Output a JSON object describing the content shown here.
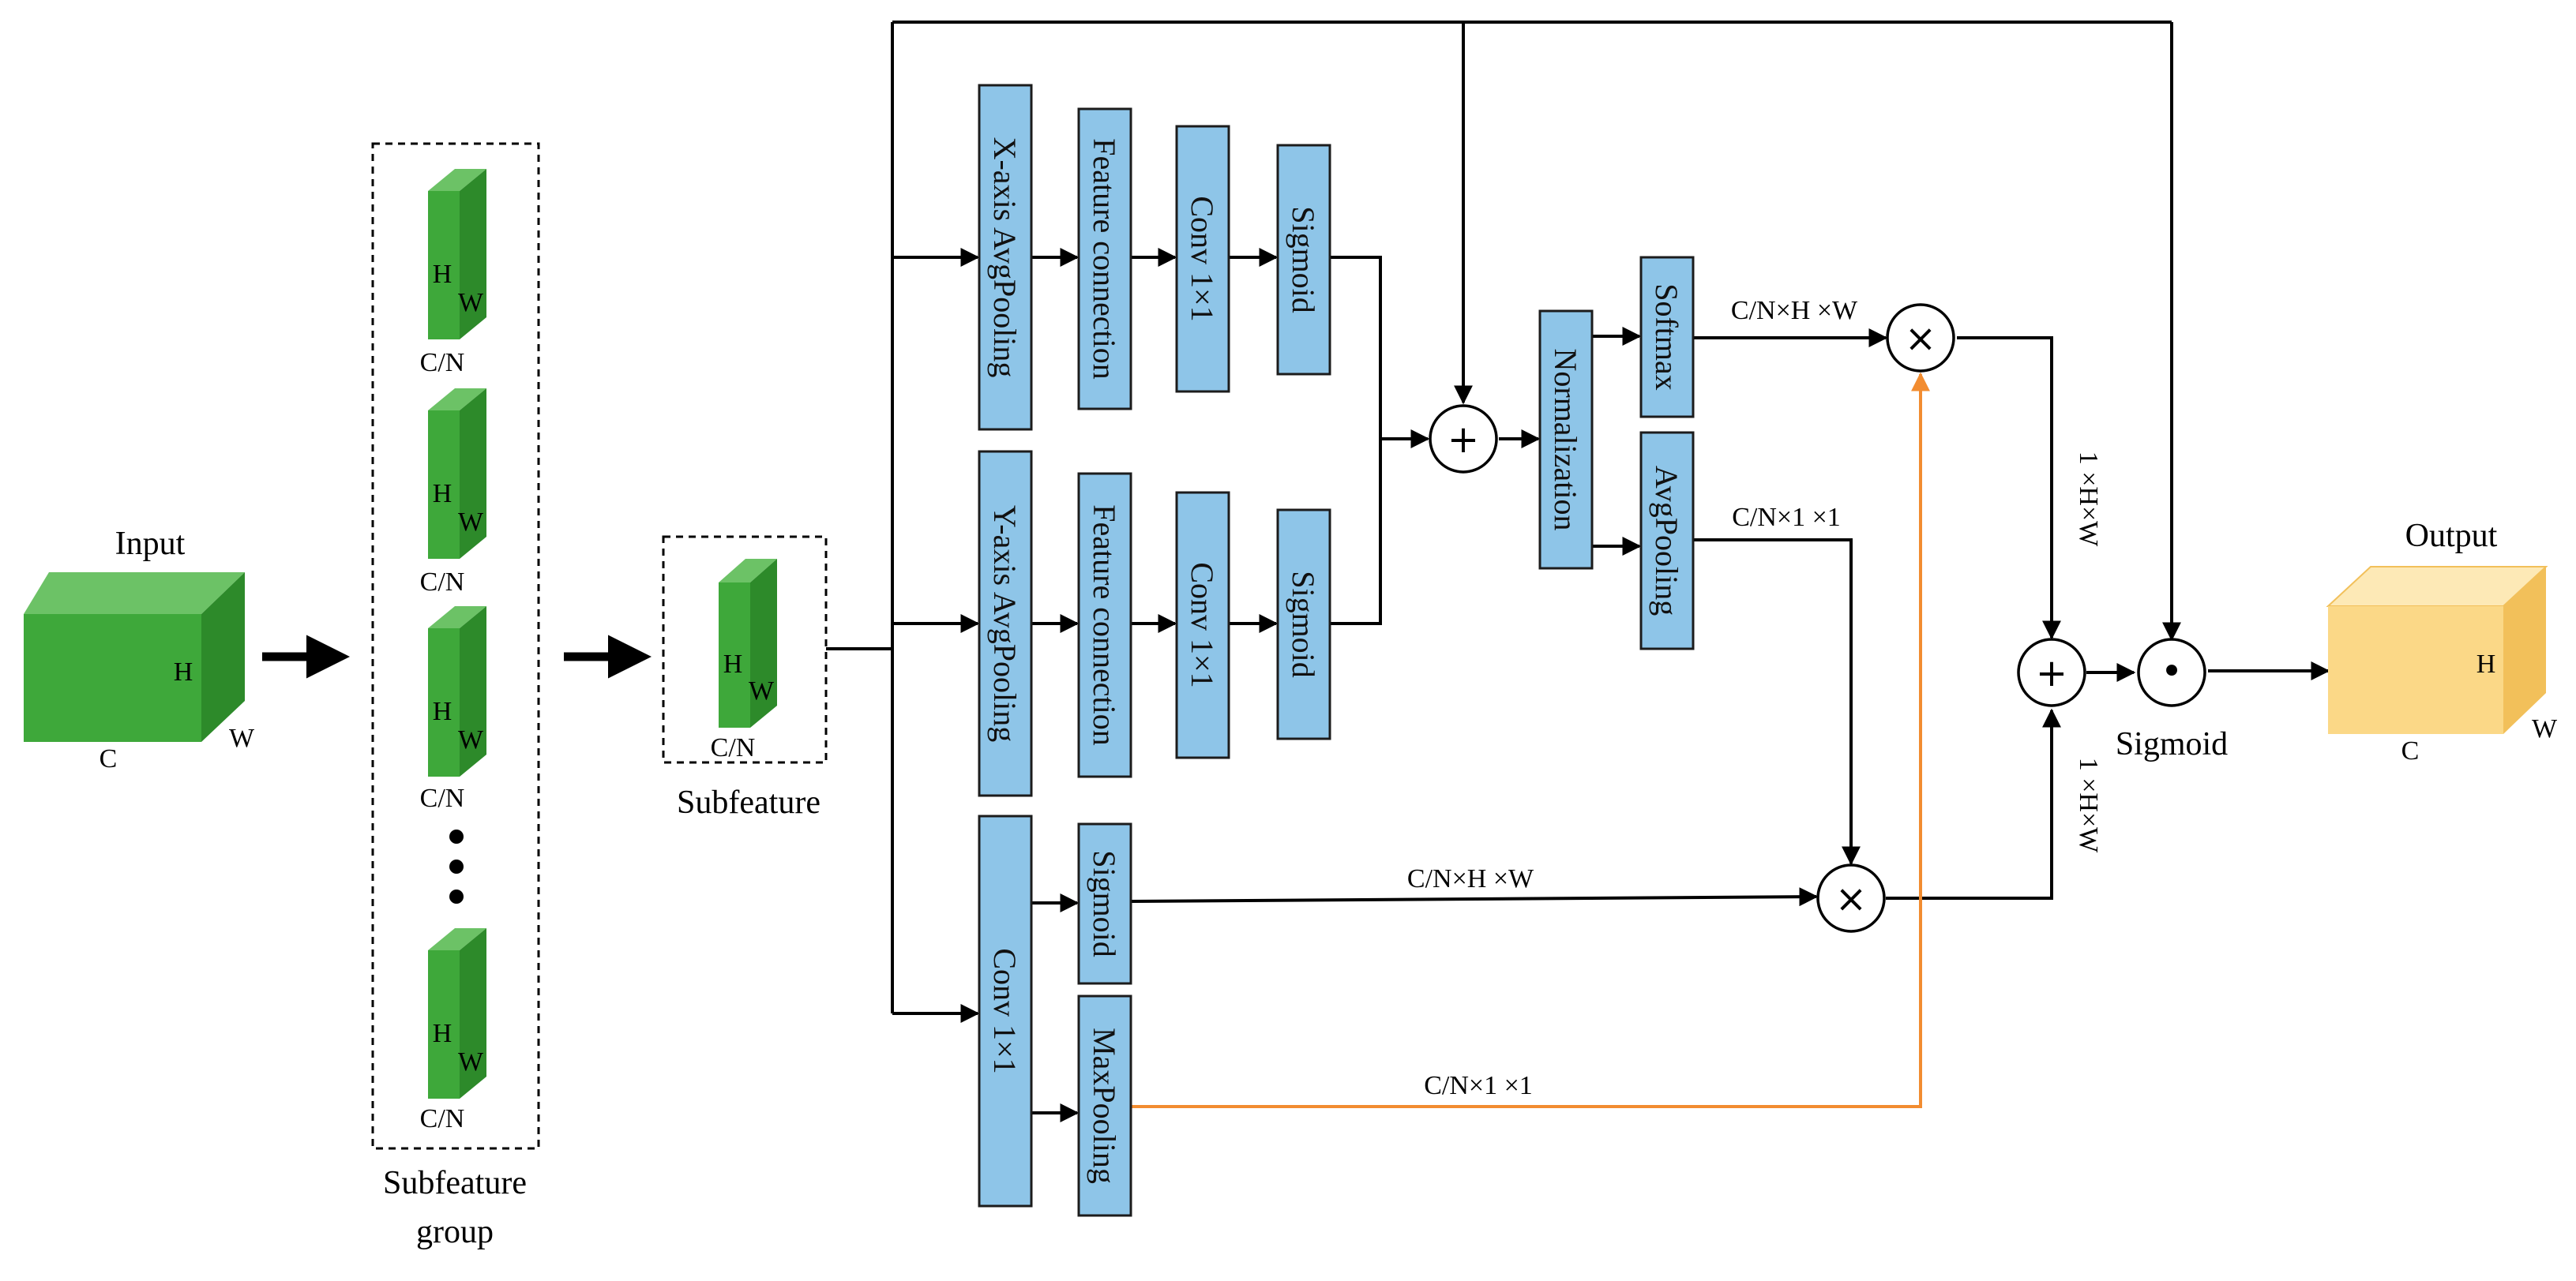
{
  "input": {
    "title": "Input",
    "h": "H",
    "w": "W",
    "c": "C"
  },
  "group": {
    "caption_line1": "Subfeature",
    "caption_line2": "group",
    "slice_h": "H",
    "slice_w": "W",
    "slice_c": "C/N"
  },
  "subfeature": {
    "caption": "Subfeature",
    "h": "H",
    "w": "W",
    "c": "C/N"
  },
  "blocks": {
    "xpool": "X-axis AvgPooling",
    "fc1": "Feature connection",
    "conv1": "Conv 1×1",
    "sig1": "Sigmoid",
    "ypool": "Y-axis AvgPooling",
    "fc2": "Feature connection",
    "conv2": "Conv 1×1",
    "sig2": "Sigmoid",
    "conv3": "Conv 1×1",
    "sig3": "Sigmoid",
    "maxpool": "MaxPooling",
    "norm": "Normalization",
    "softmax": "Softmax",
    "avgpool": "AvgPooling"
  },
  "operators": {
    "plus": "+",
    "times": "×",
    "dot": "•"
  },
  "edge_labels": {
    "softmax_out": "C/N×H ×W",
    "avgpool_out": "C/N×1 ×1",
    "sig3_out": "C/N×H ×W",
    "maxpool_out": "C/N×1 ×1",
    "top_product": "1 ×H×W",
    "bottom_product": "1 ×H×W"
  },
  "sigmoid_label": "Sigmoid",
  "output": {
    "title": "Output",
    "h": "H",
    "w": "W",
    "c": "C"
  },
  "colors": {
    "cube_green": "#3ea83a",
    "cube_green_top": "#6cc266",
    "cube_green_side": "#2d8a2a",
    "cube_yellow": "#fbd887",
    "cube_yellow_top": "#fde9b6",
    "cube_yellow_side": "#f2c05a",
    "block_blue": "#8ec5e8",
    "orange_wire": "#f28c30"
  }
}
